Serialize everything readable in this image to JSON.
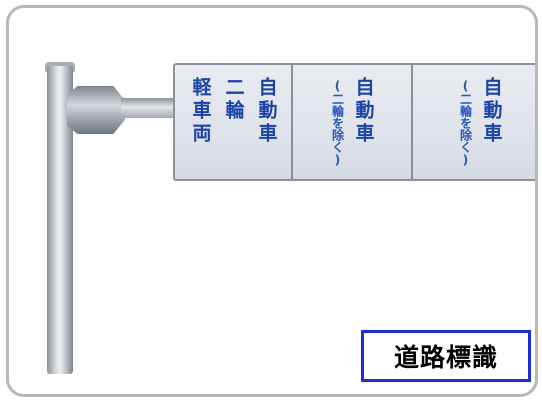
{
  "sign": {
    "panel1": {
      "col1": "軽車両",
      "col2": "二輪",
      "col3": "自動車"
    },
    "panel2": {
      "note": "(二輪を除く)",
      "main": "自動車"
    },
    "panel3": {
      "note": "(二輪を除く)",
      "main": "自動車"
    }
  },
  "caption": {
    "label": "道路標識"
  },
  "colors": {
    "sign_text": "#1b43a8",
    "label_border": "#1a2fd6",
    "frame_border": "#b7b7b7"
  }
}
